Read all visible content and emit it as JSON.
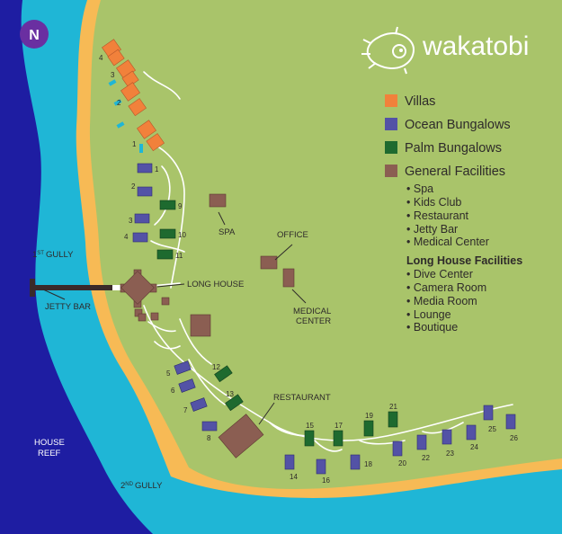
{
  "colors": {
    "deep_sea": "#1e1da2",
    "shallow_sea": "#1fb6d6",
    "beach": "#f7ba55",
    "land": "#a9c46a",
    "villa": "#f1813b",
    "ocean_bungalow": "#5352a6",
    "palm_bungalow": "#1e6a2f",
    "facility": "#8b5e52",
    "compass": "#6a2fa1"
  },
  "compass": {
    "letter": "N",
    "icon": "north-compass-icon"
  },
  "logo": {
    "text": "wakatobi",
    "icon": "fish-logo-icon"
  },
  "legend": {
    "villas": "Villas",
    "ocean_bungalows": "Ocean Bungalows",
    "palm_bungalows": "Palm Bungalows",
    "general_facilities": "General Facilities",
    "general_items": [
      "Spa",
      "Kids Club",
      "Restaurant",
      "Jetty Bar",
      "Medical Center"
    ],
    "long_house_title": "Long House Facilities",
    "long_house_items": [
      "Dive Center",
      "Camera Room",
      "Media Room",
      "Lounge",
      "Boutique"
    ]
  },
  "labels": {
    "gully1_num": "1",
    "gully1_sup": "ST",
    "gully1_word": "GULLY",
    "gully2_num": "2",
    "gully2_sup": "ND",
    "gully2_word": "GULLY",
    "jetty_bar": "JETTY BAR",
    "house_reef_1": "HOUSE",
    "house_reef_2": "REEF",
    "long_house": "LONG HOUSE",
    "spa": "SPA",
    "office": "OFFICE",
    "medical_1": "MEDICAL",
    "medical_2": "CENTER",
    "restaurant": "RESTAURANT"
  },
  "villa_numbers": [
    "4",
    "3",
    "2",
    "1"
  ],
  "ocean_bungalow_numbers": [
    "1",
    "2",
    "3",
    "4",
    "5",
    "6",
    "7",
    "8",
    "14",
    "16",
    "18",
    "20",
    "22",
    "23",
    "24",
    "25",
    "26"
  ],
  "palm_bungalow_numbers": [
    "9",
    "10",
    "11",
    "12",
    "13",
    "15",
    "17",
    "19",
    "21"
  ]
}
